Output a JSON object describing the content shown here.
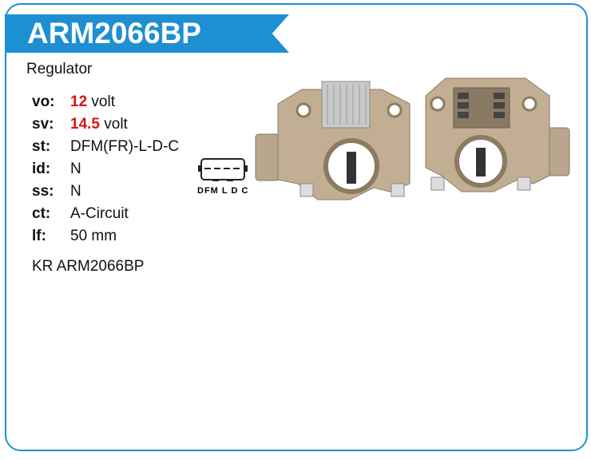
{
  "header": {
    "title": "ARM2066BP"
  },
  "category": "Regulator",
  "specs": [
    {
      "key": "vo:",
      "value": "12",
      "unit": " volt",
      "highlight": true
    },
    {
      "key": "sv:",
      "value": "14.5",
      "unit": " volt",
      "highlight": true
    },
    {
      "key": "st:",
      "value": "DFM(FR)-L-D-C",
      "unit": "",
      "highlight": false
    },
    {
      "key": "id:",
      "value": "N",
      "unit": "",
      "highlight": false
    },
    {
      "key": "ss:",
      "value": "N",
      "unit": "",
      "highlight": false
    },
    {
      "key": "ct:",
      "value": "A-Circuit",
      "unit": "",
      "highlight": false
    },
    {
      "key": "lf:",
      "value": "50 mm",
      "unit": "",
      "highlight": false
    }
  ],
  "connector": {
    "label": "DFM L D C"
  },
  "cross_ref": "KR ARM2066BP",
  "colors": {
    "accent": "#1e8fd3",
    "highlight": "#e01010"
  }
}
